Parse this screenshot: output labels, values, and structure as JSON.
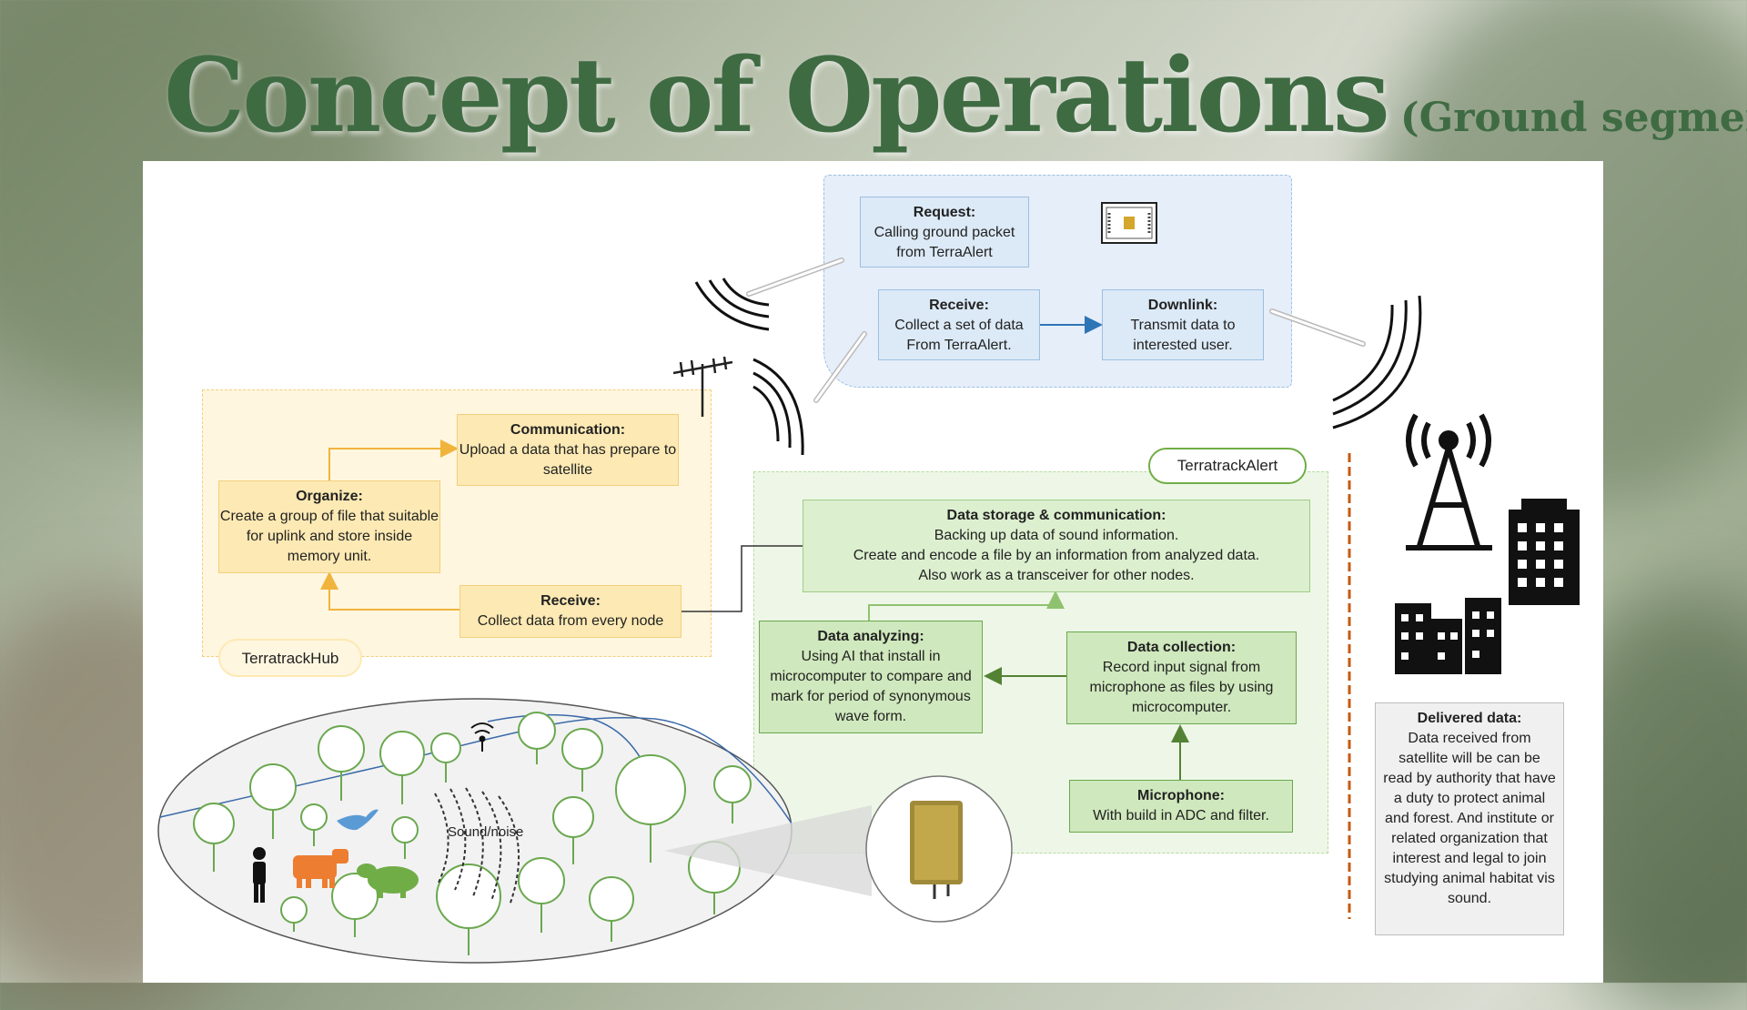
{
  "title": {
    "main": "Concept of Operations",
    "sub": "(Ground segment)"
  },
  "request_box": {
    "heading": "Request:",
    "body": "Calling ground packet from TerraAlert"
  },
  "receive_sat_box": {
    "heading": "Receive:",
    "body": "Collect a set of data From TerraAlert."
  },
  "downlink_box": {
    "heading": "Downlink:",
    "body": "Transmit data to interested user."
  },
  "communication_box": {
    "heading": "Communication:",
    "body": "Upload a data that has prepare to satellite"
  },
  "organize_box": {
    "heading": "Organize:",
    "body": "Create a group of file that suitable for uplink and store inside memory unit."
  },
  "receive_hub_box": {
    "heading": "Receive:",
    "body": "Collect data from every node"
  },
  "hub_label": "TerratrackHub",
  "alert_label": "TerratrackAlert",
  "storage_box": {
    "heading": "Data storage & communication:",
    "lines": [
      "Backing up data of sound information.",
      "Create and encode a file by an information from analyzed data.",
      "Also work as a transceiver for other nodes."
    ]
  },
  "analyzing_box": {
    "heading": "Data analyzing:",
    "body": "Using AI that install in microcomputer to compare and mark for period of synonymous wave form."
  },
  "collection_box": {
    "heading": "Data collection:",
    "body": "Record input signal from microphone as files by using microcomputer."
  },
  "microphone_box": {
    "heading": "Microphone:",
    "body": "With build in ADC and filter."
  },
  "delivered_box": {
    "heading": "Delivered data:",
    "body": "Data received from satellite will be can be read by authority that have a duty to protect animal and forest. And institute or related organization that interest and legal to join studying animal habitat vis sound."
  },
  "sound_label": "Sound/noise",
  "colors": {
    "title": "#3f6b43",
    "blue_region": "#e6eef9",
    "yellow_region": "#fff6df",
    "green_region": "#eef7e7",
    "arrow_blue": "#2e75b6",
    "arrow_green": "#548235",
    "arrow_yellow": "#f0b43c",
    "orange_line": "#c55a11",
    "cow": "#ed7d31",
    "goat": "#70ad47",
    "bird": "#5b9bd5"
  },
  "icons": [
    "satellite-icon",
    "antenna-icon",
    "signal-wave-icon",
    "cell-tower-icon",
    "buildings-icon",
    "tree-icon",
    "person-icon",
    "cow-icon",
    "goat-icon",
    "bird-icon",
    "wifi-icon",
    "sensor-node-icon"
  ]
}
